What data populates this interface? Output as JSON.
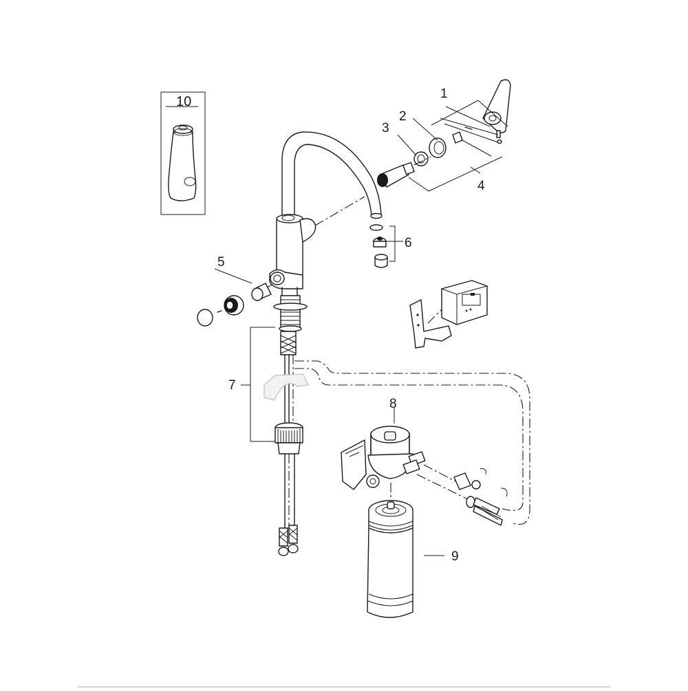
{
  "diagram": {
    "type": "exploded-parts-diagram",
    "subject": "pull-out kitchen faucet with water filter system",
    "line_color": "#1a1a1a",
    "background": "#ffffff"
  },
  "callouts": [
    {
      "id": "1",
      "label": "1",
      "part": "lever handle assembly"
    },
    {
      "id": "2",
      "label": "2",
      "part": "cover ring"
    },
    {
      "id": "3",
      "label": "3",
      "part": "retaining nut"
    },
    {
      "id": "4",
      "label": "4",
      "part": "cartridge set"
    },
    {
      "id": "5",
      "label": "5",
      "part": "filtered water valve"
    },
    {
      "id": "6",
      "label": "6",
      "part": "aerator set"
    },
    {
      "id": "7",
      "label": "7",
      "part": "mounting set with hoses"
    },
    {
      "id": "8",
      "label": "8",
      "part": "filter head"
    },
    {
      "id": "9",
      "label": "9",
      "part": "filter cartridge"
    },
    {
      "id": "10",
      "label": "10",
      "part": "spare filter bottle"
    }
  ],
  "inset": {
    "label": "10"
  }
}
